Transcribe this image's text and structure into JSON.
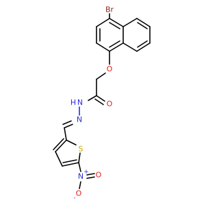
{
  "molecule": {
    "atoms": {
      "bromine": "Br",
      "ether_oxygen": "O",
      "carbonyl_oxygen": "O",
      "amide_nitrogen_h": "H",
      "amide_nitrogen": "N",
      "imine_nitrogen": "N",
      "sulfur": "S",
      "nitro_nitrogen": "N",
      "nitro_nitrogen_charge": "+",
      "nitro_oxygen_double": "O",
      "nitro_oxygen_single": "O",
      "nitro_oxygen_charge": "-"
    },
    "colors": {
      "carbon": "#000000",
      "nitrogen": "#2a2adc",
      "oxygen": "#e0201a",
      "sulfur": "#c8a800",
      "bromine": "#8b2a1a"
    }
  }
}
